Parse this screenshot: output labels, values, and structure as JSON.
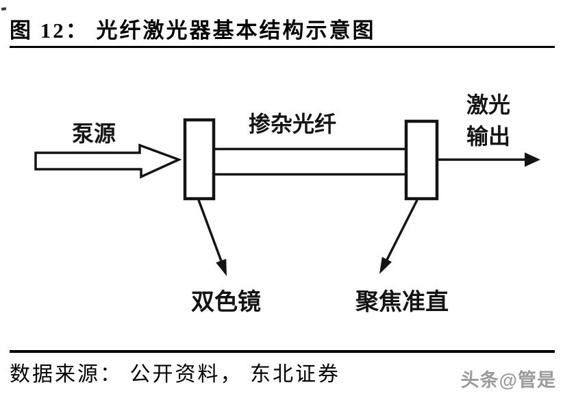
{
  "header": {
    "title": "图 12： 光纤激光器基本结构示意图"
  },
  "diagram": {
    "labels": {
      "pump_source": "泵源",
      "doped_fiber": "掺杂光纤",
      "laser_output_line1": "激光",
      "laser_output_line2": "输出",
      "dichroic_mirror": "双色镜",
      "focusing_collimation": "聚焦准直"
    },
    "ink_color": "#141414"
  },
  "footer": {
    "source_text": "数据来源： 公开资料， 东北证券",
    "watermark": "头条@管是",
    "watermark_color": "#9b9b9b"
  }
}
